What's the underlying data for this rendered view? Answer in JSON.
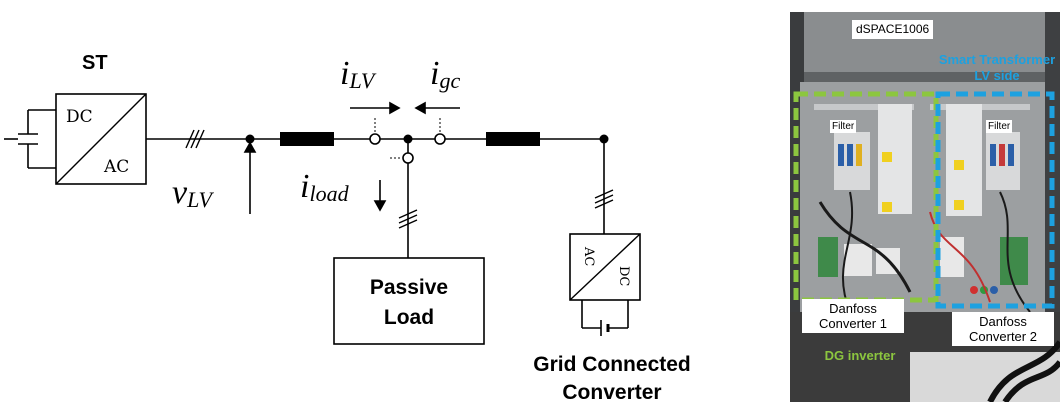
{
  "schematic": {
    "st_label": "ST",
    "dcac_top": "DC",
    "dcac_bottom": "AC",
    "v_lv": {
      "base": "v",
      "sub": "LV"
    },
    "i_lv": {
      "base": "i",
      "sub": "LV"
    },
    "i_gc": {
      "base": "i",
      "sub": "gc"
    },
    "i_load": {
      "base": "i",
      "sub": "load"
    },
    "passive_load": [
      "Passive",
      "Load"
    ],
    "gc_ac": "AC",
    "gc_dc": "DC",
    "grid_connected": [
      "Grid Connected",
      "Converter"
    ]
  },
  "photo": {
    "dspace_label": "dSPACE1006",
    "st_lv_label": [
      "Smart Transformer",
      "LV side"
    ],
    "filter_left": "Filter",
    "filter_right": "Filter",
    "danfoss_1": [
      "Danfoss",
      "Converter 1"
    ],
    "danfoss_2": [
      "Danfoss",
      "Converter 2"
    ],
    "dg_inverter": "DG inverter",
    "colors": {
      "st_box": "#1da1e0",
      "dg_box": "#8cc63f"
    }
  }
}
